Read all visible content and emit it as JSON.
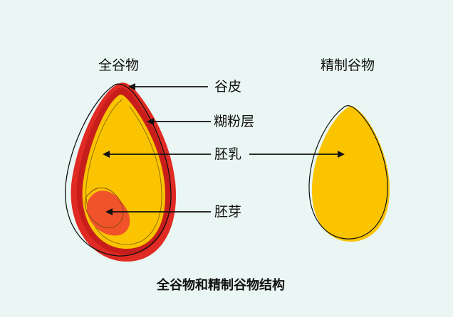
{
  "headings": {
    "whole_grain": "全谷物",
    "refined_grain": "精制谷物"
  },
  "parts": {
    "bran": "谷皮",
    "aleurone": "糊粉层",
    "endosperm": "胚乳",
    "germ": "胚芽"
  },
  "caption": "全谷物和精制谷物结构",
  "colors": {
    "background": "#e9f6f3",
    "bran": "#e02a24",
    "endosperm": "#fbc400",
    "germ": "#f0532a",
    "germ_outline": "#8a4a10",
    "outline": "#111111"
  }
}
